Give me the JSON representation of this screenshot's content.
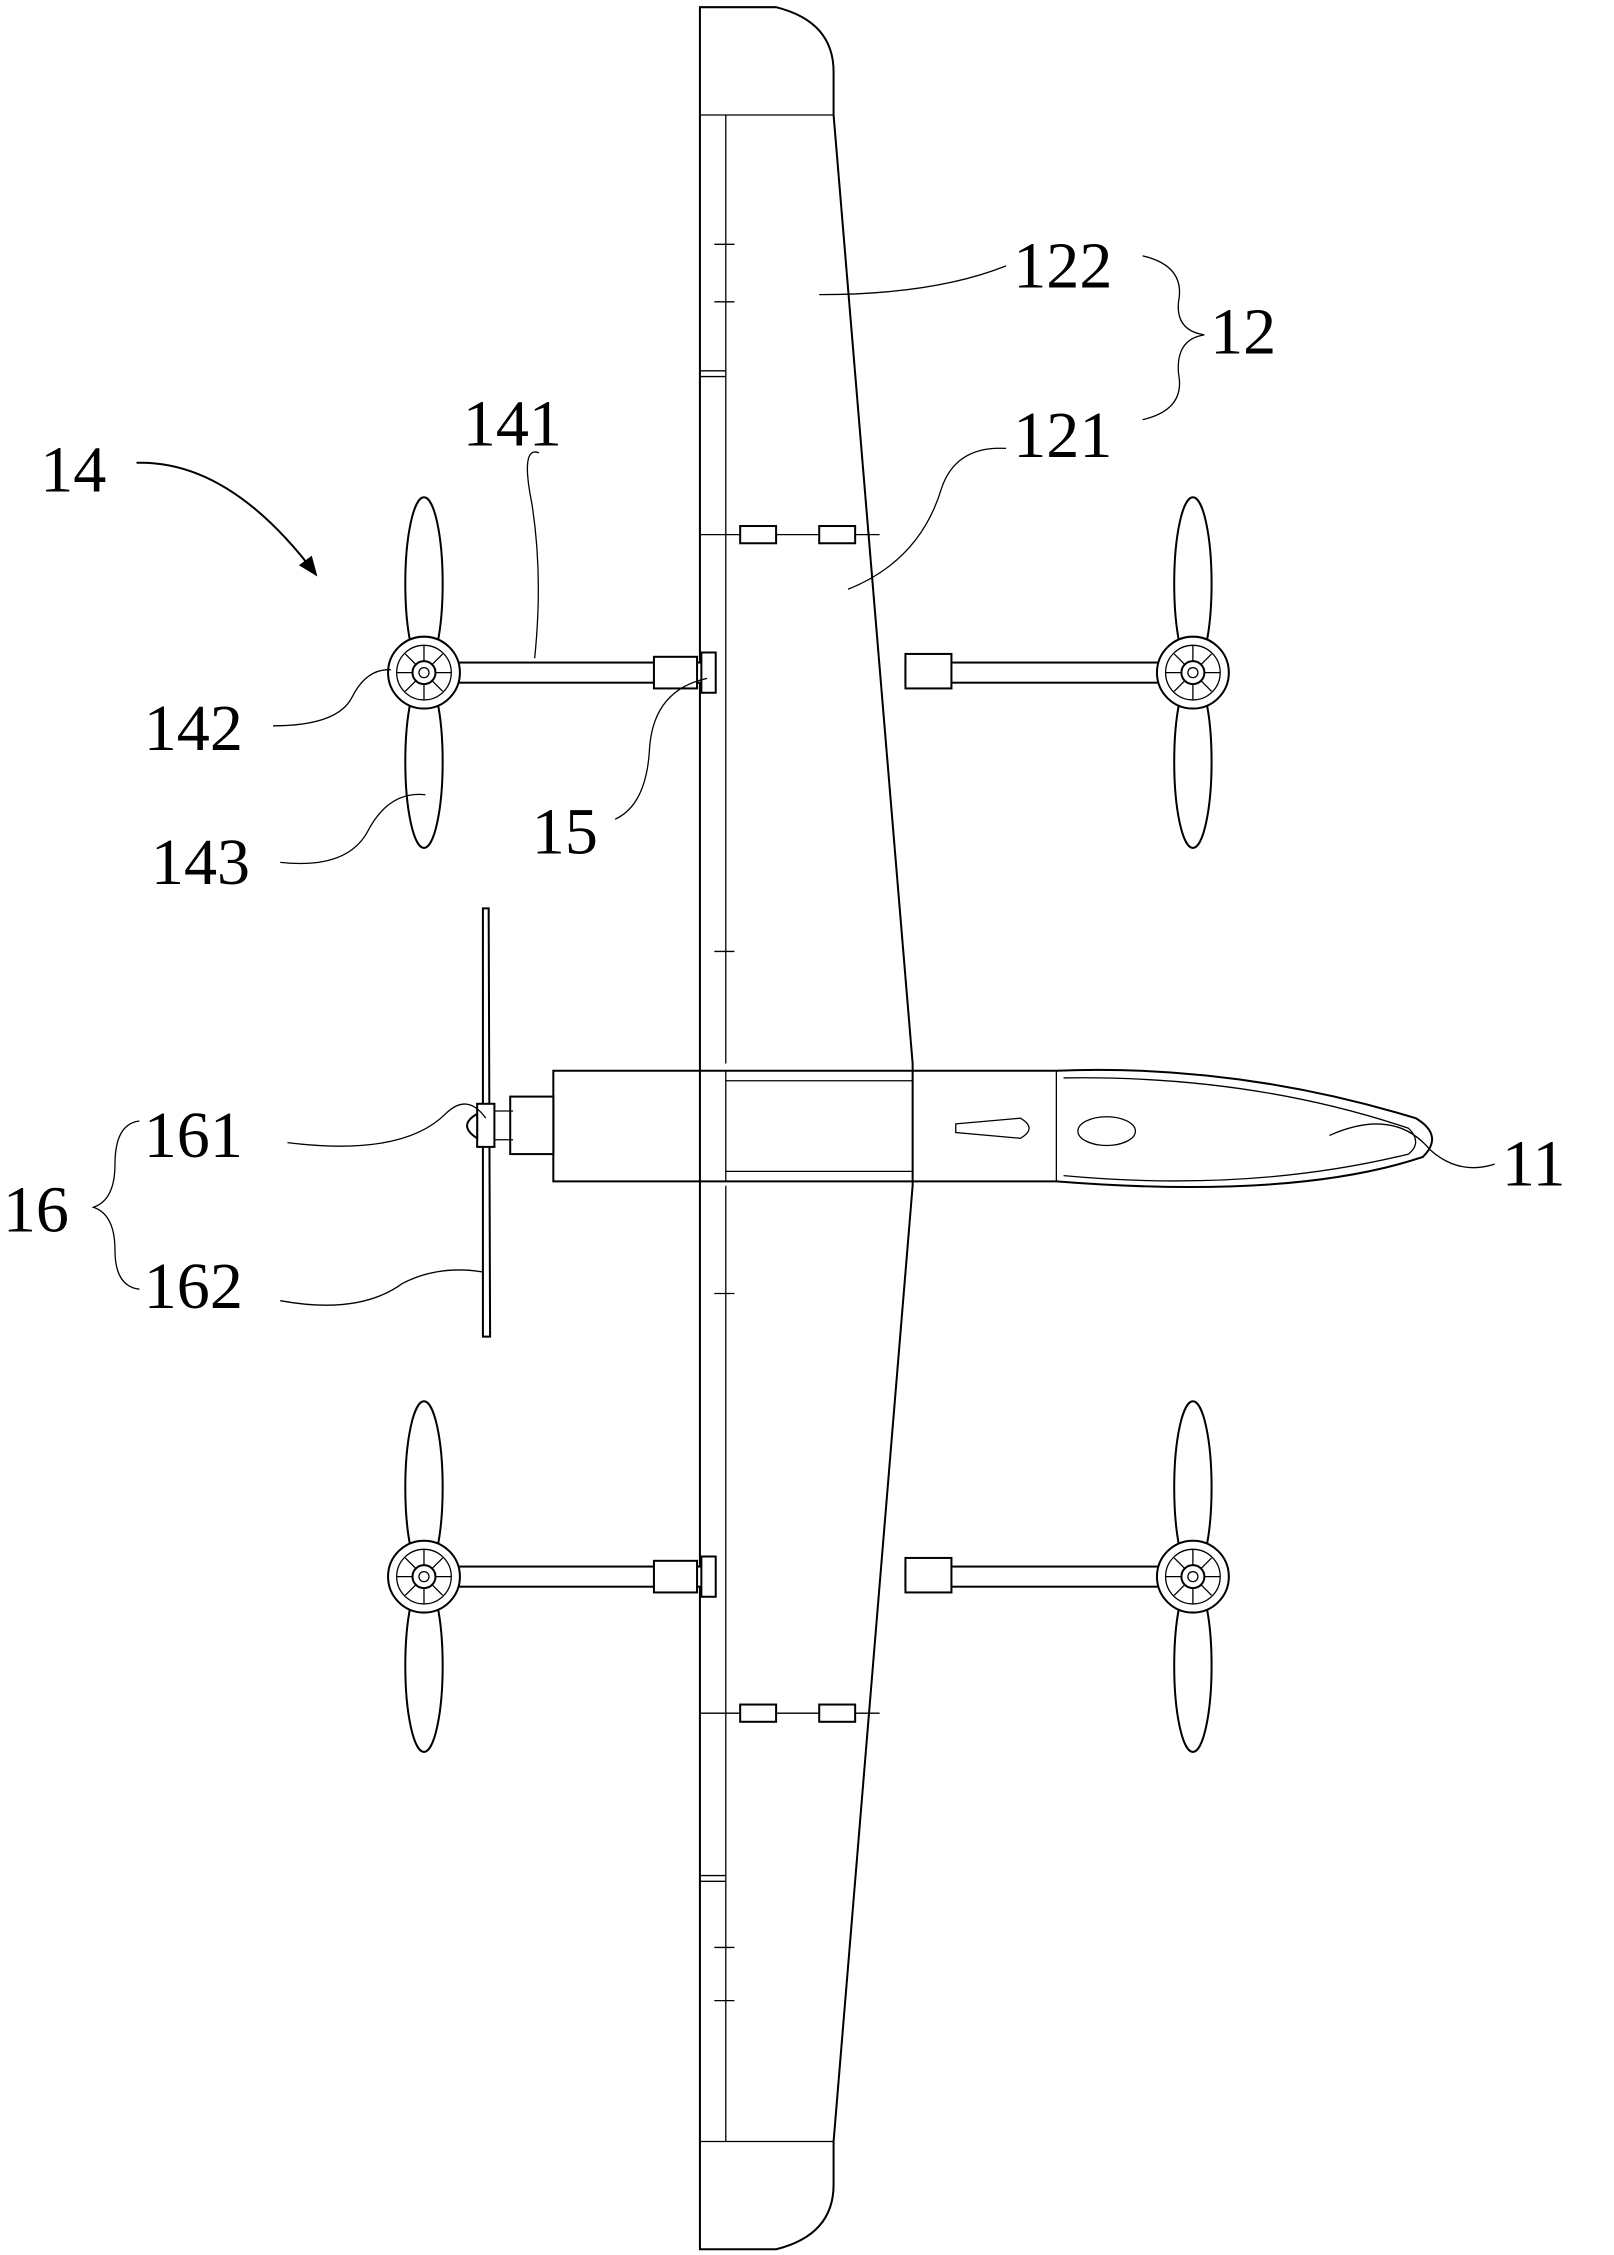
{
  "figure": {
    "labels": {
      "wing_outer": "122",
      "wing_group": "12",
      "wing_inner": "121",
      "boom": "141",
      "rotor_assembly": "14",
      "motor": "142",
      "rotor_blade": "143",
      "joint": "15",
      "pusher_motor": "161",
      "fuselage": "11",
      "pusher_group": "16",
      "pusher_blade": "162"
    },
    "colors": {
      "line": "#000000",
      "background": "#ffffff"
    }
  }
}
